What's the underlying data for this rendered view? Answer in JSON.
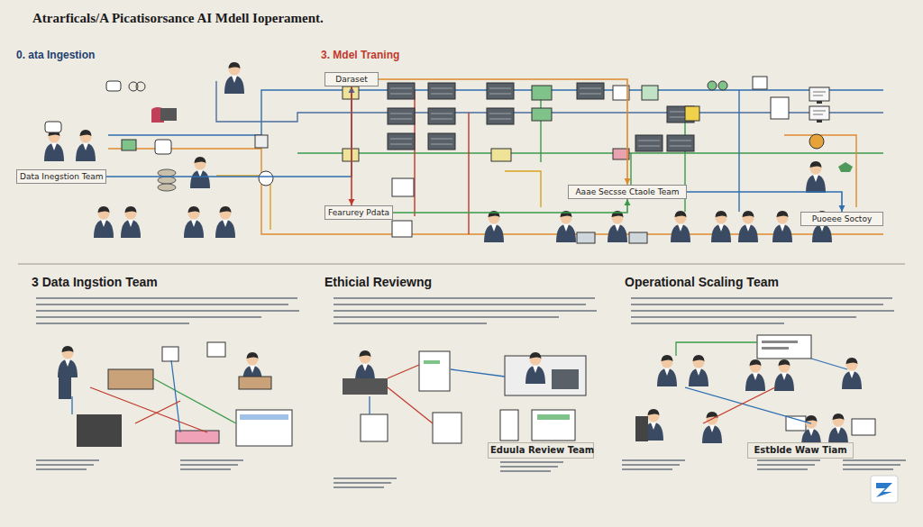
{
  "diagram": {
    "title": "Atrarficals/A Picatisorsance AI Mdell Ioperament.",
    "nodes": [
      {
        "text": [
          "Data Inegstion Team"
        ]
      },
      {
        "text": [
          "Daraset"
        ]
      },
      {
        "text": [
          "Fearurey Pdata"
        ]
      },
      {
        "text": [
          "Aaae Secsse Ctaole Team"
        ]
      },
      {
        "text": [
          "Puoeee Soctoy"
        ]
      },
      {
        "text": [
          "3 Data Ingstion Team"
        ]
      },
      {
        "text": [
          "Ethicial Reviewng"
        ]
      },
      {
        "text": [
          "Operational Scaling Team"
        ]
      },
      {
        "text": [
          "Eduula Review Team"
        ],
        "in": 6
      },
      {
        "text": [
          "Estblde Waw Tiam"
        ],
        "in": 7
      }
    ],
    "edges": [
      {
        "from": 0,
        "to": 1,
        "arrow": "to"
      },
      {
        "from": 1,
        "to": 2,
        "arrow": "to"
      },
      {
        "from": 1,
        "to": 3,
        "arrow": "to"
      },
      {
        "from": 2,
        "to": 3,
        "arrow": "to"
      },
      {
        "from": 3,
        "to": 4,
        "arrow": "to"
      }
    ],
    "labels": [
      "0. ata Ingestion",
      "3. Mdel Traning"
    ]
  }
}
